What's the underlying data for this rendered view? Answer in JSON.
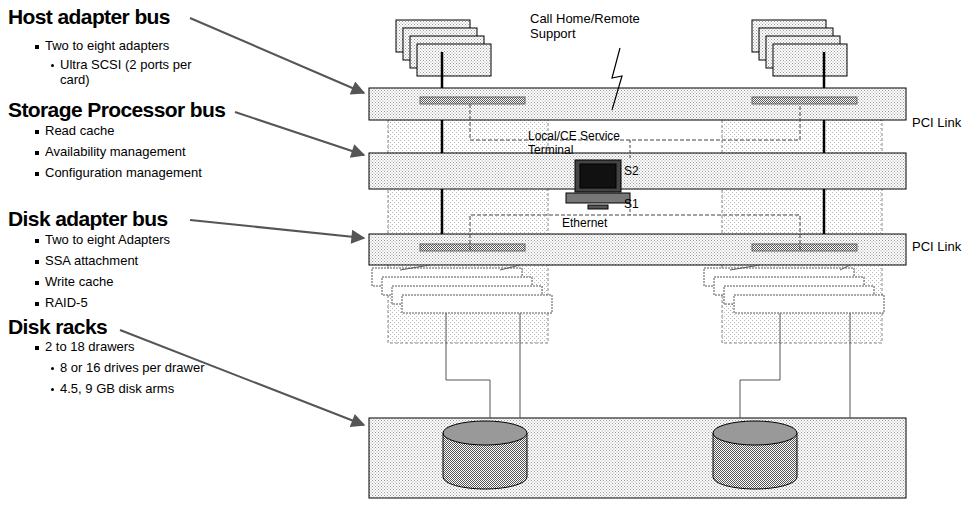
{
  "diagram": {
    "labels": [
      "Host adapter bus",
      "Two to eight adapters",
      "Ultra SCSI (2 ports per card)",
      "Storage Processor bus",
      "Read cache",
      "Availability management",
      "Configuration management",
      "Disk adapter bus",
      "Two to eight Adapters",
      "SSA attachment",
      "Write cache",
      "RAID-5",
      "Disk racks",
      "2 to 18 drawers",
      "8 or 16 drives per drawer",
      "4.5, 9 GB disk arms",
      "Call Home/Remote Support",
      "PCI Link",
      "Local/CE Service Terminal",
      "S2",
      "S1",
      "Ethernet",
      "PCI Link"
    ]
  }
}
